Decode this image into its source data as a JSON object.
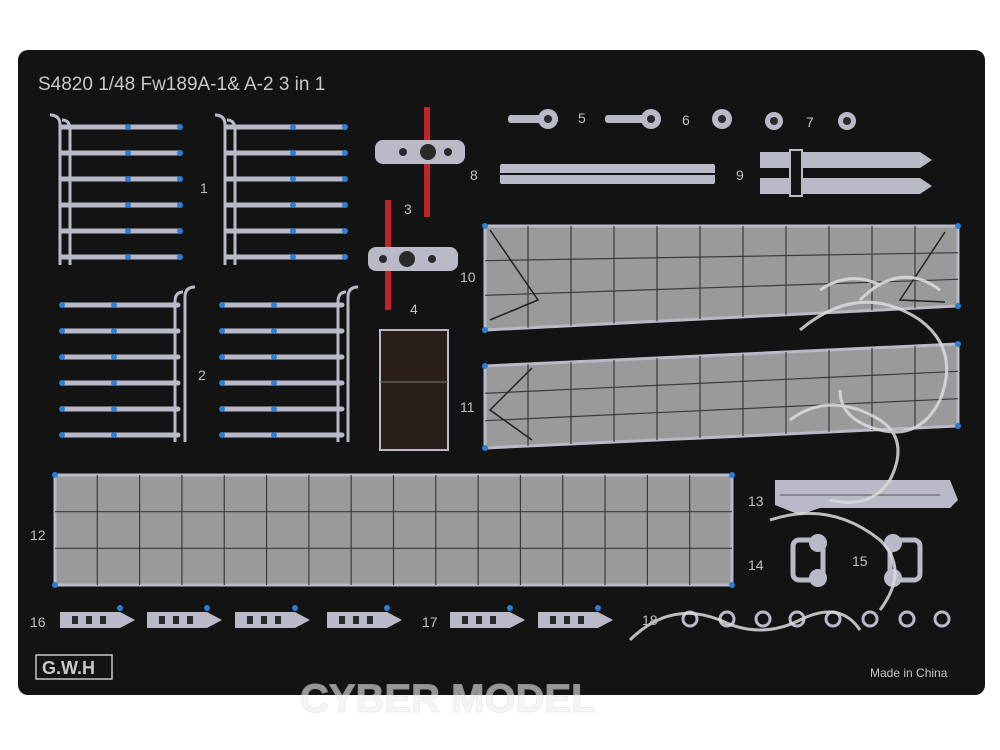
{
  "sheet": {
    "title": "S4820  1/48  Fw189A-1& A-2  3 in 1",
    "logo_text": "G.W.H",
    "footer": "Made in China",
    "watermark": "CYBER MODEL"
  },
  "part_numbers": [
    "1",
    "2",
    "3",
    "4",
    "5",
    "6",
    "7",
    "8",
    "9",
    "10",
    "11",
    "12",
    "13",
    "14",
    "15",
    "16",
    "17",
    "18"
  ],
  "colors": {
    "fret": "#131313",
    "part": "#b9b9c8",
    "panel": "#9a9a9a",
    "attach_point": "#2a7fd6",
    "highlight": "#c0242b"
  }
}
